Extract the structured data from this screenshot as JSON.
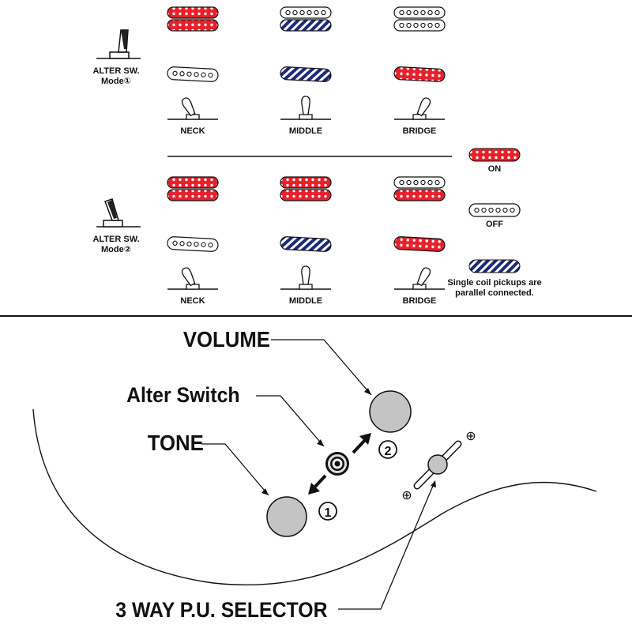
{
  "mode1": {
    "switch_label": "ALTER SW.",
    "mode_label": "Mode①",
    "positions": [
      {
        "label": "NECK",
        "humbucker": [
          "on",
          "on"
        ],
        "single": "off"
      },
      {
        "label": "MIDDLE",
        "humbucker": [
          "off",
          "parallel"
        ],
        "single": "parallel"
      },
      {
        "label": "BRIDGE",
        "humbucker": [
          "off",
          "off"
        ],
        "single": "on"
      }
    ]
  },
  "mode2": {
    "switch_label": "ALTER SW.",
    "mode_label": "Mode②",
    "positions": [
      {
        "label": "NECK",
        "humbucker": [
          "on",
          "on"
        ],
        "single": "off"
      },
      {
        "label": "MIDDLE",
        "humbucker": [
          "on",
          "on"
        ],
        "single": "parallel"
      },
      {
        "label": "BRIDGE",
        "humbucker": [
          "off",
          "on"
        ],
        "single": "on"
      }
    ]
  },
  "legend": {
    "on_label": "ON",
    "off_label": "OFF",
    "parallel_note_line1": "Single coil pickups are",
    "parallel_note_line2": "parallel connected."
  },
  "controls": {
    "volume": "VOLUME",
    "alter_switch": "Alter Switch",
    "tone": "TONE",
    "selector": "3 WAY P.U. SELECTOR",
    "arrow1": "1",
    "arrow2": "2",
    "plus": "⊕"
  },
  "colors": {
    "on": "#e8202a",
    "parallel": "#1c2a7a",
    "knob": "#c4c4c4",
    "line": "#111111"
  }
}
